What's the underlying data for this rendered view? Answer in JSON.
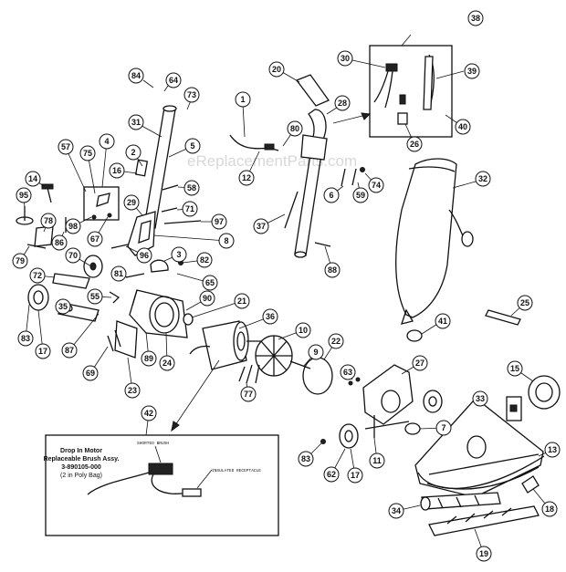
{
  "watermark": "eReplacementParts.com",
  "inset_box": {
    "title_line1": "Drop In Motor",
    "title_line2": "Replaceable Brush Assy.",
    "part_number": "3-890105-000",
    "note": "(2 in Poly Bag)",
    "label_brush": "SHORTED BRUSH",
    "label_receptacle": "INSULATED RECEPTACLE"
  },
  "callouts": [
    {
      "id": "38",
      "label": "38"
    },
    {
      "id": "84",
      "label": "84"
    },
    {
      "id": "64",
      "label": "64"
    },
    {
      "id": "73",
      "label": "73"
    },
    {
      "id": "20",
      "label": "20"
    },
    {
      "id": "30",
      "label": "30"
    },
    {
      "id": "39",
      "label": "39"
    },
    {
      "id": "1",
      "label": "1"
    },
    {
      "id": "28",
      "label": "28"
    },
    {
      "id": "31",
      "label": "31"
    },
    {
      "id": "80",
      "label": "80"
    },
    {
      "id": "40",
      "label": "40"
    },
    {
      "id": "26",
      "label": "26"
    },
    {
      "id": "2",
      "label": "2"
    },
    {
      "id": "5",
      "label": "5"
    },
    {
      "id": "57",
      "label": "57"
    },
    {
      "id": "4",
      "label": "4"
    },
    {
      "id": "75",
      "label": "75"
    },
    {
      "id": "12",
      "label": "12"
    },
    {
      "id": "16",
      "label": "16"
    },
    {
      "id": "74",
      "label": "74"
    },
    {
      "id": "32",
      "label": "32"
    },
    {
      "id": "14",
      "label": "14"
    },
    {
      "id": "58",
      "label": "58"
    },
    {
      "id": "6",
      "label": "6"
    },
    {
      "id": "59",
      "label": "59"
    },
    {
      "id": "95",
      "label": "95"
    },
    {
      "id": "29",
      "label": "29"
    },
    {
      "id": "71",
      "label": "71"
    },
    {
      "id": "98",
      "label": "98"
    },
    {
      "id": "67",
      "label": "67"
    },
    {
      "id": "97",
      "label": "97"
    },
    {
      "id": "78",
      "label": "78"
    },
    {
      "id": "37",
      "label": "37"
    },
    {
      "id": "86",
      "label": "86"
    },
    {
      "id": "8",
      "label": "8"
    },
    {
      "id": "70",
      "label": "70"
    },
    {
      "id": "96",
      "label": "96"
    },
    {
      "id": "79",
      "label": "79"
    },
    {
      "id": "3",
      "label": "3"
    },
    {
      "id": "82",
      "label": "82"
    },
    {
      "id": "88",
      "label": "88"
    },
    {
      "id": "72",
      "label": "72"
    },
    {
      "id": "81",
      "label": "81"
    },
    {
      "id": "65",
      "label": "65"
    },
    {
      "id": "55",
      "label": "55"
    },
    {
      "id": "90",
      "label": "90"
    },
    {
      "id": "25",
      "label": "25"
    },
    {
      "id": "21",
      "label": "21"
    },
    {
      "id": "35",
      "label": "35"
    },
    {
      "id": "83a",
      "label": "83"
    },
    {
      "id": "36",
      "label": "36"
    },
    {
      "id": "41",
      "label": "41"
    },
    {
      "id": "17a",
      "label": "17"
    },
    {
      "id": "10",
      "label": "10"
    },
    {
      "id": "87",
      "label": "87"
    },
    {
      "id": "22",
      "label": "22"
    },
    {
      "id": "89",
      "label": "89"
    },
    {
      "id": "24",
      "label": "24"
    },
    {
      "id": "9",
      "label": "9"
    },
    {
      "id": "69",
      "label": "69"
    },
    {
      "id": "15",
      "label": "15"
    },
    {
      "id": "63",
      "label": "63"
    },
    {
      "id": "27",
      "label": "27"
    },
    {
      "id": "23",
      "label": "23"
    },
    {
      "id": "77",
      "label": "77"
    },
    {
      "id": "33",
      "label": "33"
    },
    {
      "id": "42",
      "label": "42"
    },
    {
      "id": "7",
      "label": "7"
    },
    {
      "id": "13",
      "label": "13"
    },
    {
      "id": "83b",
      "label": "83"
    },
    {
      "id": "11",
      "label": "11"
    },
    {
      "id": "62",
      "label": "62"
    },
    {
      "id": "17b",
      "label": "17"
    },
    {
      "id": "18",
      "label": "18"
    },
    {
      "id": "34",
      "label": "34"
    },
    {
      "id": "19",
      "label": "19"
    }
  ]
}
